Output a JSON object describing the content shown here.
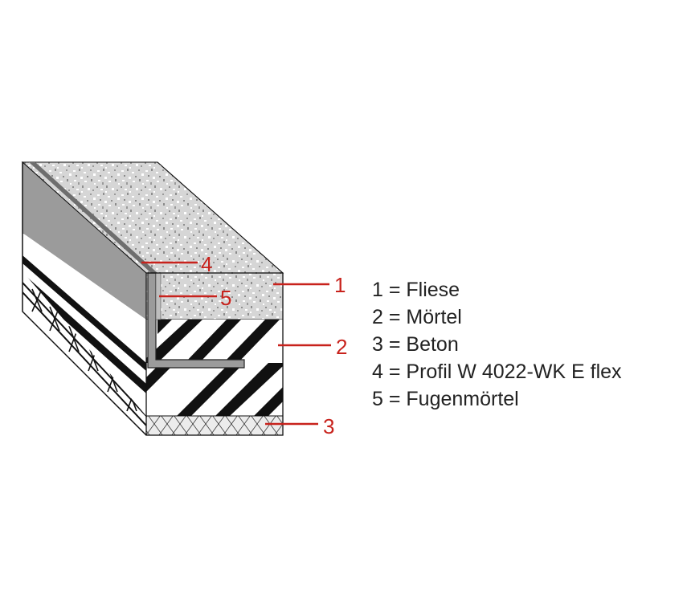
{
  "callouts": {
    "n1": "1",
    "n2": "2",
    "n3": "3",
    "n4": "4",
    "n5": "5"
  },
  "legend": [
    "1 = Fliese",
    "2 = Mörtel",
    "3 = Beton",
    "4 = Profil W 4022-WK E flex",
    "5 = Fugenmörtel"
  ],
  "colors": {
    "callout": "#c8221c",
    "legend_text": "#222222",
    "outline": "#111111",
    "profile": "#9b9b9b",
    "profile_dark": "#4a4a4a",
    "tile_base": "#d8d8d8",
    "tile_speck_dark": "#8e8e8e",
    "tile_speck_light": "#ffffff",
    "mortar_bg": "#ffffff",
    "mortar_stripe": "#111111",
    "concrete_bg": "#e8e8e8",
    "concrete_line": "#222222"
  }
}
